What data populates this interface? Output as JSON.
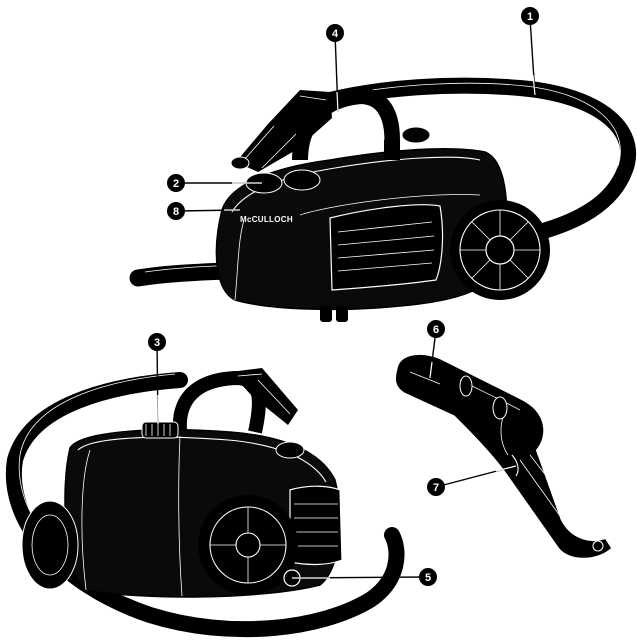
{
  "brand": "McCULLOCH",
  "callouts": [
    {
      "id": "c1",
      "label": "1"
    },
    {
      "id": "c2",
      "label": "2"
    },
    {
      "id": "c3",
      "label": "3"
    },
    {
      "id": "c4",
      "label": "4"
    },
    {
      "id": "c5",
      "label": "5"
    },
    {
      "id": "c6",
      "label": "6"
    },
    {
      "id": "c7",
      "label": "7"
    },
    {
      "id": "c8",
      "label": "8"
    }
  ]
}
